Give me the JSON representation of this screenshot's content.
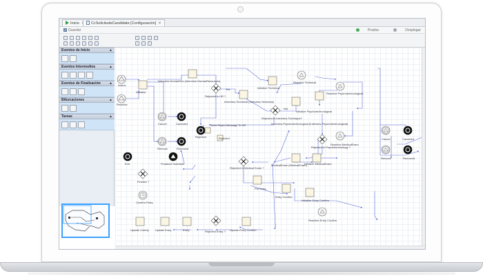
{
  "tabs": [
    {
      "label": "Inicio",
      "icon": "play-icon"
    },
    {
      "label": "CcSolicitudeCandidate [Configuración]",
      "icon": "document-icon"
    }
  ],
  "subbar": {
    "save_label": "Guardar",
    "test_label": "Prueba",
    "deploy_label": "Desplegar"
  },
  "palette": {
    "sections": [
      {
        "title": "Eventos de Inicio"
      },
      {
        "title": "Eventos Intermedios"
      },
      {
        "title": "Eventos de Finalización"
      },
      {
        "title": "Bifurcaciones"
      },
      {
        "title": "Tareas"
      }
    ]
  },
  "diagram": {
    "labels": {
      "start1": "Inserir",
      "start2": "Reactive",
      "initialize": "Initialize",
      "cancel": "Cancel",
      "canceled": "Canceled",
      "remove": "Remove",
      "removed": "Removed",
      "interview_hr": "Interview-HumanRes (Interview-HumanResources)",
      "rejected_hr": "Rejected in HR ?",
      "interview_tech": "Interview-Technical (Interview-Technical)",
      "init_tech": "Initialize Technical",
      "reactive_tech": "Reactive Technical",
      "rejected_tech": "Rejected in Interview-Technique?",
      "interview_psy": "Interview-Psychotechnological (Interview-Psychotechnological)",
      "init_psy": "Initialize Psychotechnological",
      "reactive_psy": "Reactive Psychotechnological",
      "send_reject": "Send Reject Message To HR",
      "rejected": "Rejected",
      "rejected_psy": "Rejected in Psychotechnology ?",
      "reactive_medical": "Reactive MedicalExam",
      "medical": "MedicalExam (MedicalExam)",
      "init_medical": "Initialize MedicalExam",
      "rejected_medical": "Rejected in Medical Exam ?",
      "pre_entry": "Pre Entry",
      "entry_confirm": "Entry Confirm",
      "init_entry_confirm": "Initialize Entry Confirm",
      "reactive_entry_confirm": "Reactive Entry Confirm",
      "cancel_r": "Cancel",
      "canceled_r": "Canceled",
      "remove_r": "Remove",
      "removed_r": "Removed",
      "end": "End",
      "finalized": "Finalized Solicitude",
      "finalize_q": "Finalize ?",
      "confirm_entry": "Confirm Entry",
      "update_cuferly": "Update Cuferly",
      "update_entry": "Update Entry",
      "entry": "Entry",
      "rejected_entry": "Rejected Entry ?",
      "update_entry_confirm": "Update Entry Confirm",
      "yes": "Yes",
      "not": "Not"
    }
  },
  "colors": {
    "accent": "#3aa0ff",
    "node_fill": "#faf6e3",
    "node_stroke": "#6a6a6a",
    "edge": "#5a6ad8",
    "gateway_stroke": "#555555"
  }
}
